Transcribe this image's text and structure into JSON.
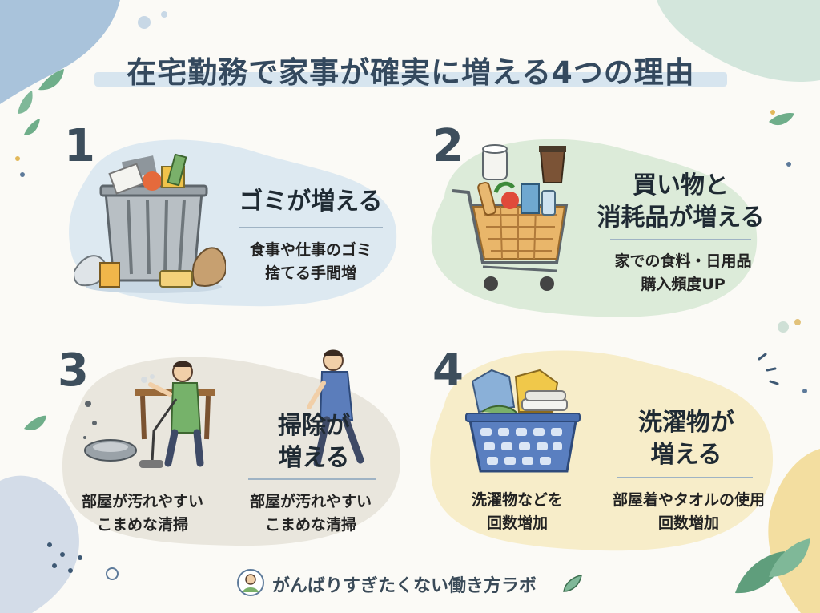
{
  "title": "在宅勤務で家事が確実に増える4つの理由",
  "sections": [
    {
      "number": "1",
      "heading": "ゴミが増える",
      "description_lines": [
        "食事や仕事のゴミ",
        "捨てる手間増"
      ],
      "icon": "trash-can-icon"
    },
    {
      "number": "2",
      "heading_lines": [
        "買い物と",
        "消耗品が増える"
      ],
      "description_lines": [
        "家での食料・日用品",
        "購入頻度UP"
      ],
      "icon": "shopping-cart-icon"
    },
    {
      "number": "3",
      "heading_lines": [
        "掃除が",
        "増える"
      ],
      "caption_lines": [
        "部屋が汚れやすい",
        "こまめな清掃"
      ],
      "description_lines": [
        "部屋が汚れやすい",
        "こまめな清掃"
      ],
      "icon": "vacuum-cleaning-icon"
    },
    {
      "number": "4",
      "heading_lines": [
        "洗濯物が",
        "増える"
      ],
      "caption_lines": [
        "洗濯物などを",
        "回数増加"
      ],
      "description_lines": [
        "部屋着やタオルの使用",
        "回数増加"
      ],
      "icon": "laundry-basket-icon"
    }
  ],
  "footer": {
    "brand": "がんばりすぎたくない働き方ラボ",
    "icon": "person-avatar-icon"
  },
  "colors": {
    "panel1": "#dde9f1",
    "panel2": "#dcebd9",
    "panel3": "#e9e6dd",
    "panel4": "#f7edc9",
    "accent_blue": "#8fb0cc",
    "accent_green": "#8ec6a6",
    "accent_yellow": "#f0d27a",
    "text_dark": "#34495e"
  }
}
